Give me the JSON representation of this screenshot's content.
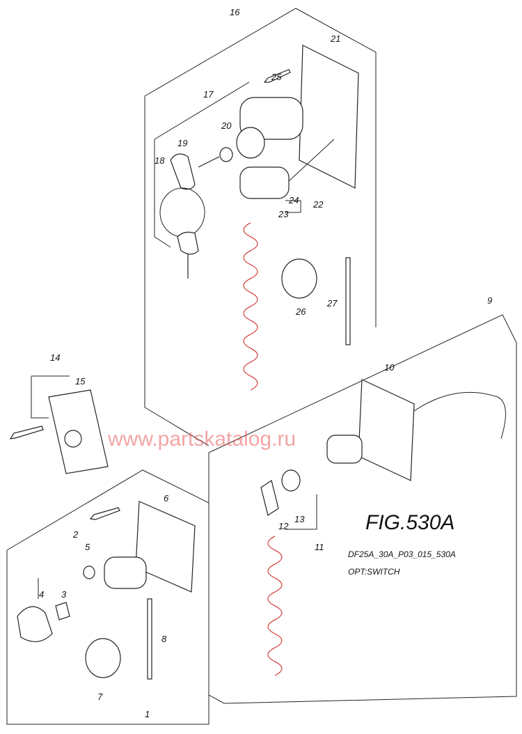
{
  "figure": {
    "title": "FIG.530A",
    "code": "DF25A_30A_P03_015_530A",
    "subtitle": "OPT:SWITCH"
  },
  "watermark": "www.partskatalog.ru",
  "part_labels": [
    "16",
    "21",
    "25",
    "17",
    "20",
    "19",
    "18",
    "24",
    "22",
    "23",
    "26",
    "27",
    "9",
    "10",
    "14",
    "15",
    "6",
    "2",
    "5",
    "3",
    "4",
    "8",
    "7",
    "1",
    "13",
    "12",
    "11"
  ],
  "colors": {
    "line": "#222222",
    "watermark": "#e85a5a",
    "lanyard": "#cc2222"
  }
}
